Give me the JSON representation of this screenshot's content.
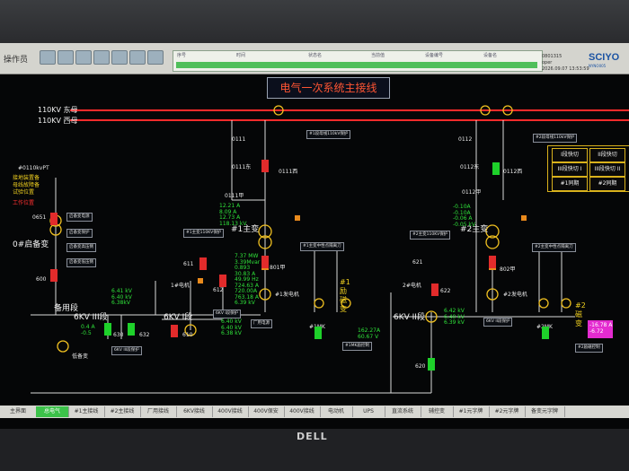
{
  "toolbar": {
    "title": "操作员",
    "icons": [
      "monitor-icon",
      "rack-icon",
      "globe-icon",
      "wrench-icon",
      "tools-icon",
      "chart-icon",
      "list-icon"
    ]
  },
  "status_header": [
    "序号",
    "时间",
    "状态名",
    "当前值",
    "设备编号",
    "设备名"
  ],
  "meta": {
    "user": "0801315",
    "role": "oper",
    "datetime": "2026.09.07 13:53:59"
  },
  "logo": {
    "brand": "SCIYO",
    "sub": "NYNO005"
  },
  "title": "电气一次系统主接线",
  "buses": {
    "east": "110KV 东母",
    "west": "110KV 西母"
  },
  "quick_switch": [
    "I段快切",
    "II段快切",
    "III段快切 I",
    "III段快切 II",
    "#1同期",
    "#2同期"
  ],
  "labels": {
    "pt_bus": "#0110kvPT",
    "pt_lines": [
      "接地装置备",
      "母线故障备",
      "试验位置"
    ],
    "work_pos": "工作位置",
    "b0_label": "0#启备变",
    "bk_651": "0651",
    "bk_600": "600",
    "standby": "备用段",
    "six_kv_3": "6KV III段",
    "six_kv_1": "6KV I段",
    "six_kv_2": "6KV II段",
    "t1": "#1主变",
    "t2": "#2主变",
    "gen1_lbl": "#1发电机",
    "gen2_lbl": "#2发电机",
    "exc1": "#1\n励\n磁\n变",
    "exc2": "#2\n磁\n变",
    "gm1": "#1MK",
    "gm2": "#2MK",
    "bk_0111": "0111",
    "bk_0112": "0112",
    "bk_611": "611",
    "bk_612": "612",
    "bk_621": "621",
    "bk_622": "622",
    "bk_620": "620",
    "bk_630": "630",
    "bk_632": "632",
    "bk_610": "610",
    "bk_801": "801甲",
    "bk_802": "802甲",
    "gen_switch1": "1#电机",
    "gen_switch2": "2#电机",
    "station_1": "低备变",
    "bk_0111a": "0111东",
    "bk_0111b": "0111甲",
    "bk_0111c": "0111西",
    "bk_0112a": "0112东",
    "bk_0112b": "0112甲",
    "bk_0112c": "0112西"
  },
  "readings": {
    "t1_top": "12.21 A\n8.09 A\n12.73 A\n118.13 kV",
    "t2_top": "-0.10A\n-0.10A\n-0.06 A\n-0.05 kV",
    "gen1": "7.37 MW\n3.39Mvar\n0.893\n30.83 A\n49.99 Hz\n724.63 A\n720.00A\n763.18 A\n6.39 kV",
    "gen2": "162.27A\n60.67 V",
    "seg3": "6.41 kV\n6.40 kV\n6.38kV",
    "seg1": "6.40 kV\n6.40 kV\n6.38 kV",
    "seg2": "6.42 kV\n6.40 kV\n6.39 kV",
    "aux": "0.4 A\n-0.5",
    "alarm": "-16.78 A\n-6.72"
  },
  "boxes": {
    "b1": "#1段母线110kV保护",
    "b2": "#2段母线110kV保护",
    "b3": "#1主变110KV保护",
    "b4": "#2主变110KV保护",
    "b5": "#1主变中性点隔离刀",
    "b6": "#2主变中性点隔离刀",
    "b7": "#1MK励控制",
    "b8": "#2励磁控制",
    "b9": "6KV III段保护",
    "b10": "6KV I段保护",
    "b11": "6KV II段保护",
    "b12": "厂用电源",
    "b13": "启备变电源",
    "b14": "启备变保护",
    "b15": "启备变高压侧",
    "b16": "启备变低压侧"
  },
  "bottom_tabs": [
    "主界面",
    "总电气",
    "#1主接线",
    "#2主接线",
    "厂用接线",
    "6KV接线",
    "400V接线",
    "400V保安",
    "400V接线",
    "电动机",
    "UPS",
    "直流系统",
    "辅控变",
    "#1元字牌",
    "#2元字牌",
    "备变元字牌"
  ],
  "active_tab_index": 1,
  "monitor_brand": "DELL",
  "colors": {
    "energized": "#e22b2b",
    "open": "#1ed12a",
    "bus": "#ff3030",
    "accent": "#f0d020"
  }
}
